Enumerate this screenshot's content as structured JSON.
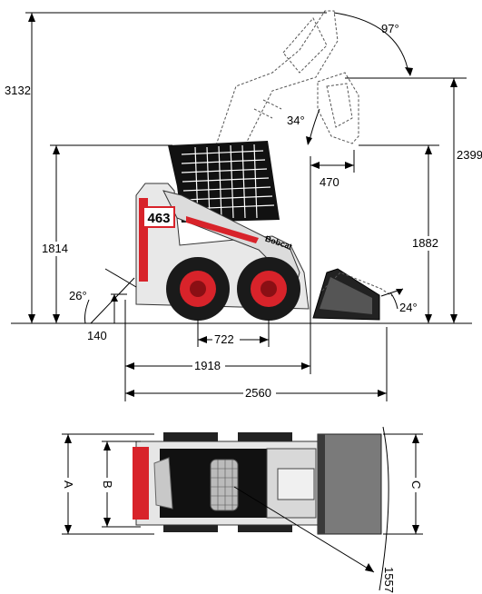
{
  "model_badge": "463",
  "brand_logo": "Bobcat",
  "side_view": {
    "heights": {
      "max_pin": "3132",
      "cab": "1814",
      "pin": "2399",
      "dump": "1882"
    },
    "angles": {
      "dump_angle": "97°",
      "bucket_rollback": "34°",
      "departure": "26°",
      "rollback_ground": "24°"
    },
    "lengths": {
      "ground_clearance": "140",
      "wheelbase": "722",
      "reach": "470",
      "length_no_bucket": "1918",
      "length_with_bucket": "2560"
    }
  },
  "top_view": {
    "width_labels": {
      "a": "A",
      "b": "B",
      "c": "C"
    },
    "turning_radius": "1557"
  },
  "colors": {
    "body": "#e8e8e8",
    "accent_red": "#d8232a",
    "tire": "#1a1a1a",
    "cage": "#111111"
  }
}
